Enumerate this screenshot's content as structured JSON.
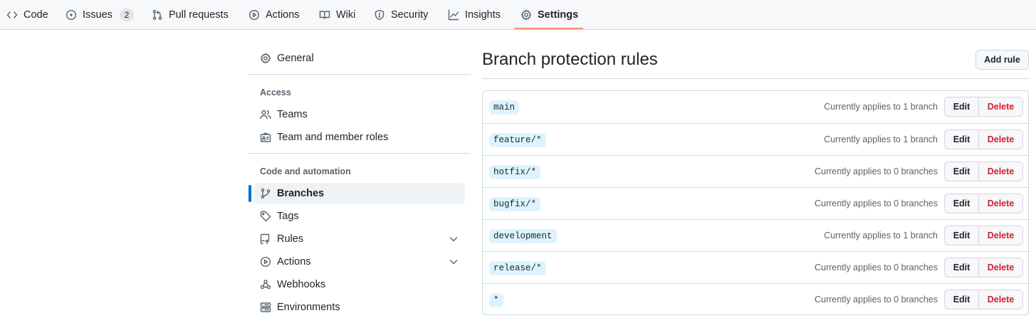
{
  "repo_nav": {
    "tabs": [
      {
        "label": "Code",
        "icon": "code-icon"
      },
      {
        "label": "Issues",
        "icon": "issue-opened-icon",
        "count": "2"
      },
      {
        "label": "Pull requests",
        "icon": "git-pull-request-icon"
      },
      {
        "label": "Actions",
        "icon": "play-icon"
      },
      {
        "label": "Wiki",
        "icon": "book-icon"
      },
      {
        "label": "Security",
        "icon": "shield-icon"
      },
      {
        "label": "Insights",
        "icon": "graph-icon"
      },
      {
        "label": "Settings",
        "icon": "gear-icon",
        "active": true
      }
    ],
    "active_underline_color": "#fd8c73"
  },
  "sidebar": {
    "general": {
      "label": "General",
      "icon": "gear-icon"
    },
    "access": {
      "heading": "Access",
      "items": [
        {
          "label": "Teams",
          "icon": "people-icon"
        },
        {
          "label": "Team and member roles",
          "icon": "id-badge-icon"
        }
      ]
    },
    "code_and_automation": {
      "heading": "Code and automation",
      "items": [
        {
          "label": "Branches",
          "icon": "git-branch-icon",
          "active": true
        },
        {
          "label": "Tags",
          "icon": "tag-icon"
        },
        {
          "label": "Rules",
          "icon": "repo-push-icon",
          "expandable": true
        },
        {
          "label": "Actions",
          "icon": "play-icon",
          "expandable": true
        },
        {
          "label": "Webhooks",
          "icon": "webhook-icon"
        },
        {
          "label": "Environments",
          "icon": "server-icon"
        }
      ]
    },
    "active_indicator_color": "#0969da"
  },
  "main": {
    "title": "Branch protection rules",
    "add_rule_label": "Add rule",
    "rules": [
      {
        "pattern": "main",
        "applies": "Currently applies to 1 branch"
      },
      {
        "pattern": "feature/*",
        "applies": "Currently applies to 1 branch"
      },
      {
        "pattern": "hotfix/*",
        "applies": "Currently applies to 0 branches"
      },
      {
        "pattern": "bugfix/*",
        "applies": "Currently applies to 0 branches"
      },
      {
        "pattern": "development",
        "applies": "Currently applies to 1 branch"
      },
      {
        "pattern": "release/*",
        "applies": "Currently applies to 0 branches"
      },
      {
        "pattern": "*",
        "applies": "Currently applies to 0 branches"
      }
    ],
    "edit_label": "Edit",
    "delete_label": "Delete",
    "delete_color": "#cf222e",
    "pill_color": "#ddf4ff"
  }
}
